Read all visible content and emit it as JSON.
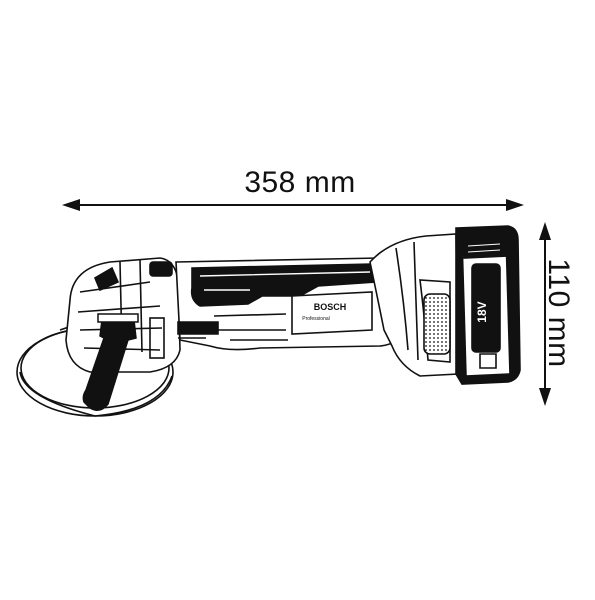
{
  "dimensions": {
    "length_label": "358 mm",
    "height_label": "110 mm"
  },
  "product": {
    "brand": "BOSCH",
    "line": "Professional",
    "battery_voltage": "18V"
  },
  "colors": {
    "line": "#111111",
    "accent_fill": "#000000",
    "background": "#ffffff"
  }
}
